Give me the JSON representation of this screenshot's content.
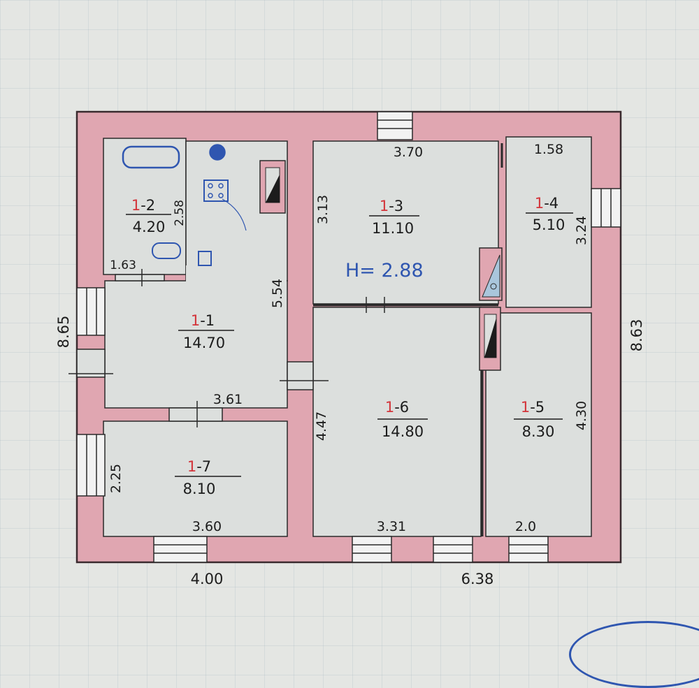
{
  "colors": {
    "wall": "#e0a6b1",
    "wall_border": "#3a2a2e",
    "room_fill": "#dcdfdd",
    "ink": "#1c1c1c",
    "red_ink": "#d3343a",
    "blue_ink": "#2f56b0"
  },
  "height_label": "H= 2.88",
  "rooms": [
    {
      "id": "1-1",
      "code_prefix": "1",
      "code_suffix": "-1",
      "area": "14.70"
    },
    {
      "id": "1-2",
      "code_prefix": "1",
      "code_suffix": "-2",
      "area": "4.20"
    },
    {
      "id": "1-3",
      "code_prefix": "1",
      "code_suffix": "-3",
      "area": "11.10"
    },
    {
      "id": "1-4",
      "code_prefix": "1",
      "code_suffix": "-4",
      "area": "5.10"
    },
    {
      "id": "1-5",
      "code_prefix": "1",
      "code_suffix": "-5",
      "area": "8.30"
    },
    {
      "id": "1-6",
      "code_prefix": "1",
      "code_suffix": "-6",
      "area": "14.80"
    },
    {
      "id": "1-7",
      "code_prefix": "1",
      "code_suffix": "-7",
      "area": "8.10"
    }
  ],
  "dimensions": {
    "room2_width": "1.63",
    "room2_height": "2.58",
    "room1_height": "5.54",
    "room1_width": "3.61",
    "room3_width": "3.70",
    "room3_height": "3.13",
    "room4_width": "1.58",
    "room4_height": "3.24",
    "room5_height": "4.30",
    "room5_width": "2.0",
    "room6_height": "4.47",
    "room6_width": "3.31",
    "room7_height": "2.25",
    "room7_width": "3.60",
    "overall_left": "8.65",
    "overall_right": "8.63",
    "overall_bottom_left": "4.00",
    "overall_bottom_right": "6.38"
  }
}
